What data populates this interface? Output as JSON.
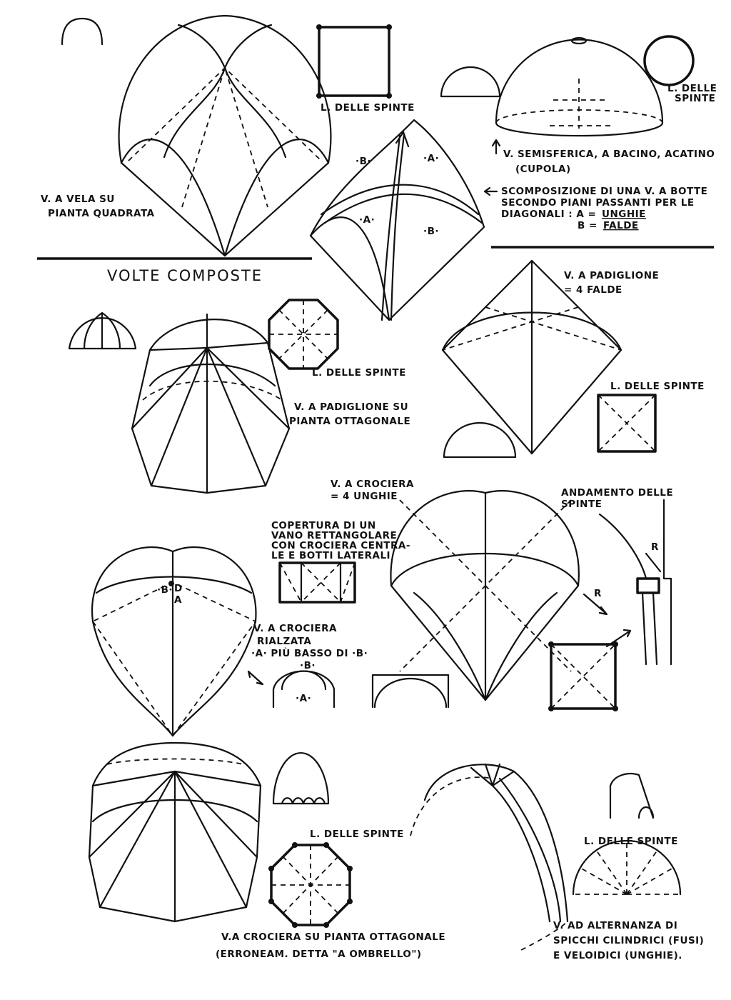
{
  "title": "VOLTE COMPOSTE",
  "labels": {
    "vela": [
      "V. A VELA SU",
      "PIANTA QUADRATA"
    ],
    "spinte_square": "L. DELLE SPINTE",
    "spinte_circle": [
      "L. DELLE",
      "SPINTE"
    ],
    "semisferica": [
      "V. SEMISFERICA, A BACINO, ACATINO",
      "(CUPOLA)"
    ],
    "scomposizione": [
      "SCOMPOSIZIONE DI UNA V. A BOTTE",
      "SECONDO PIANI PASSANTI PER LE",
      "DIAGONALI : A = ",
      "UNGHIE",
      "B = ",
      "FALDE"
    ],
    "barrel_marks": [
      "·B·",
      "·A·",
      "·A·",
      "·B·"
    ],
    "spinte_oct": "L. DELLE SPINTE",
    "padiglione_oct": [
      "V. A PADIGLIONE SU",
      "PIANTA OTTAGONALE"
    ],
    "padiglione": [
      "V. A PADIGLIONE",
      "= 4 FALDE"
    ],
    "spinte_pad": "L. DELLE SPINTE",
    "crociera": [
      "V. A CROCIERA",
      "= 4 UNGHIE"
    ],
    "andamento": [
      "ANDAMENTO DELLE",
      "SPINTE"
    ],
    "r_label": "R",
    "copertura": [
      "COPERTURA DI UN",
      "VANO RETTANGOLARE",
      "CON CROCIERA CENTRA-",
      "LE E BOTTI LATERALI"
    ],
    "rialzata": [
      "V. A CROCIERA",
      "RIALZATA",
      "·A· PIÙ BASSO DI ·B·"
    ],
    "rialzata_marks": [
      "·B·",
      "D",
      "A",
      "·B·",
      "·A·"
    ],
    "spinte_oct2": "L. DELLE SPINTE",
    "ombrello": [
      "V.A CROCIERA SU PIANTA OTTAGONALE",
      "(ERRONEAM. DETTA \"A OMBRELLO\")"
    ],
    "spinte_fan": "L. DELLE SPINTE",
    "alternanza": [
      "V. AD ALTERNANZA DI",
      "SPICCHI CILINDRICI (FUSI)",
      "E VELOIDICI (UNGHIE)."
    ]
  }
}
